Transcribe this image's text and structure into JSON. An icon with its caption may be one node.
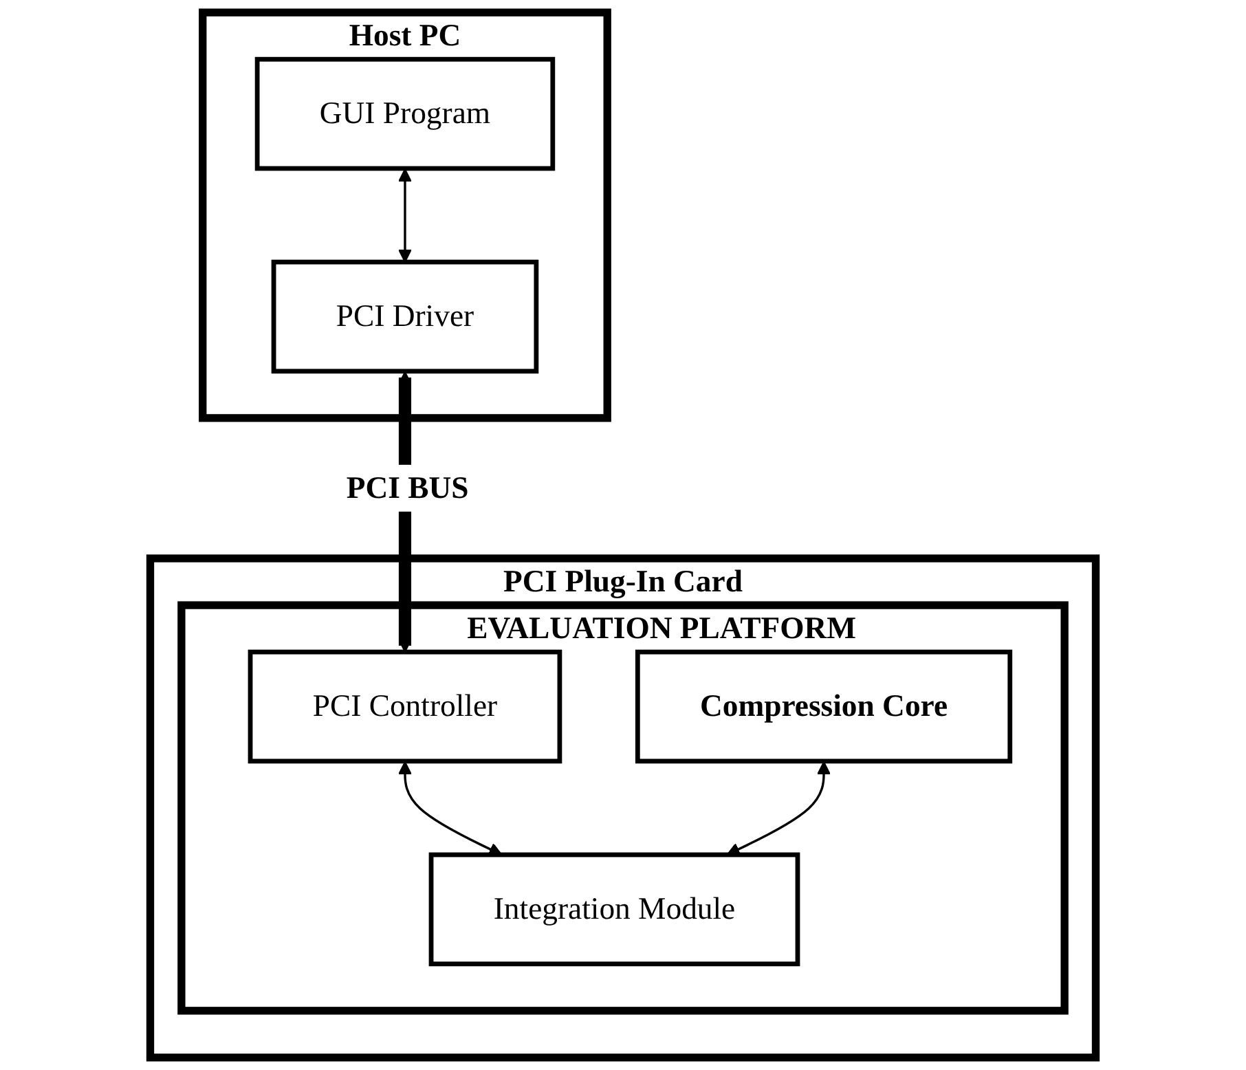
{
  "diagram": {
    "nodes": [
      {
        "text": [
          "Host PC"
        ]
      },
      {
        "text": [
          "GUI Program"
        ],
        "in": 0
      },
      {
        "text": [
          "PCI Driver"
        ],
        "in": 0
      },
      {
        "text": [
          "PCI Plug-In Card"
        ]
      },
      {
        "text": [
          "EVALUATION PLATFORM"
        ],
        "in": 3
      },
      {
        "text": [
          "PCI Controller"
        ],
        "in": 4
      },
      {
        "text": [
          "Compression Core"
        ],
        "in": 4
      },
      {
        "text": [
          "Integration Module"
        ],
        "in": 4
      }
    ],
    "edges": [
      {
        "from": 1,
        "to": 2,
        "arrow": "both"
      },
      {
        "from": 2,
        "to": 5,
        "arrow": "both",
        "label": "PCI BUS",
        "style": "thick"
      },
      {
        "from": 5,
        "to": 7,
        "arrow": "both"
      },
      {
        "from": 6,
        "to": 7,
        "arrow": "both"
      }
    ]
  }
}
